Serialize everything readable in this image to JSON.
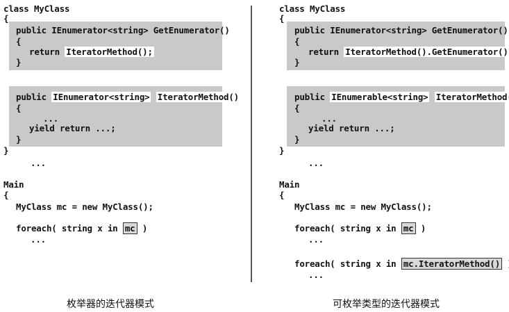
{
  "left": {
    "class_header": "class MyClass",
    "open_brace": "{",
    "block1": {
      "sig_prefix": "public ",
      "sig_type": "IEnumerator<string>",
      "sig_name": " GetEnumerator()",
      "open": "{",
      "body_prefix": "return ",
      "body_hl": "IteratorMethod();",
      "close": "}"
    },
    "block2": {
      "sig_prefix": "public ",
      "sig_type": "IEnumerator<string>",
      "sig_space": " ",
      "sig_name": "IteratorMethod()",
      "open": "{",
      "dots": "...",
      "yield": "yield return ...;",
      "close": "}"
    },
    "close_brace": "}",
    "after_dots": "...",
    "main": "Main",
    "main_open": "{",
    "decl": "MyClass mc = new MyClass();",
    "foreach_prefix": "foreach( string x in ",
    "foreach_box": "mc",
    "foreach_suffix": " )",
    "foreach_dots": "...",
    "caption": "枚举器的迭代器模式"
  },
  "right": {
    "class_header": "class MyClass",
    "open_brace": "{",
    "block1": {
      "sig_prefix": "public ",
      "sig_type": "IEnumerator<string>",
      "sig_name": " GetEnumerator()",
      "open": "{",
      "body_prefix": "return ",
      "body_hl": "IteratorMethod().GetEnumerator();",
      "close": "}"
    },
    "block2": {
      "sig_prefix": "public ",
      "sig_type": "IEnumerable<string>",
      "sig_space": " ",
      "sig_name": "IteratorMethod()",
      "open": "{",
      "dots": "...",
      "yield": "yield return ...;",
      "close": "}"
    },
    "close_brace": "}",
    "after_dots": "...",
    "main": "Main",
    "main_open": "{",
    "decl": "MyClass mc = new MyClass();",
    "foreach1_prefix": "foreach( string x in ",
    "foreach1_box": "mc",
    "foreach1_suffix": " )",
    "foreach1_dots": "...",
    "foreach2_prefix": "foreach( string x in ",
    "foreach2_box": "mc.IteratorMethod()",
    "foreach2_suffix": " )",
    "foreach2_dots": "...",
    "caption": "可枚举类型的迭代器模式"
  }
}
